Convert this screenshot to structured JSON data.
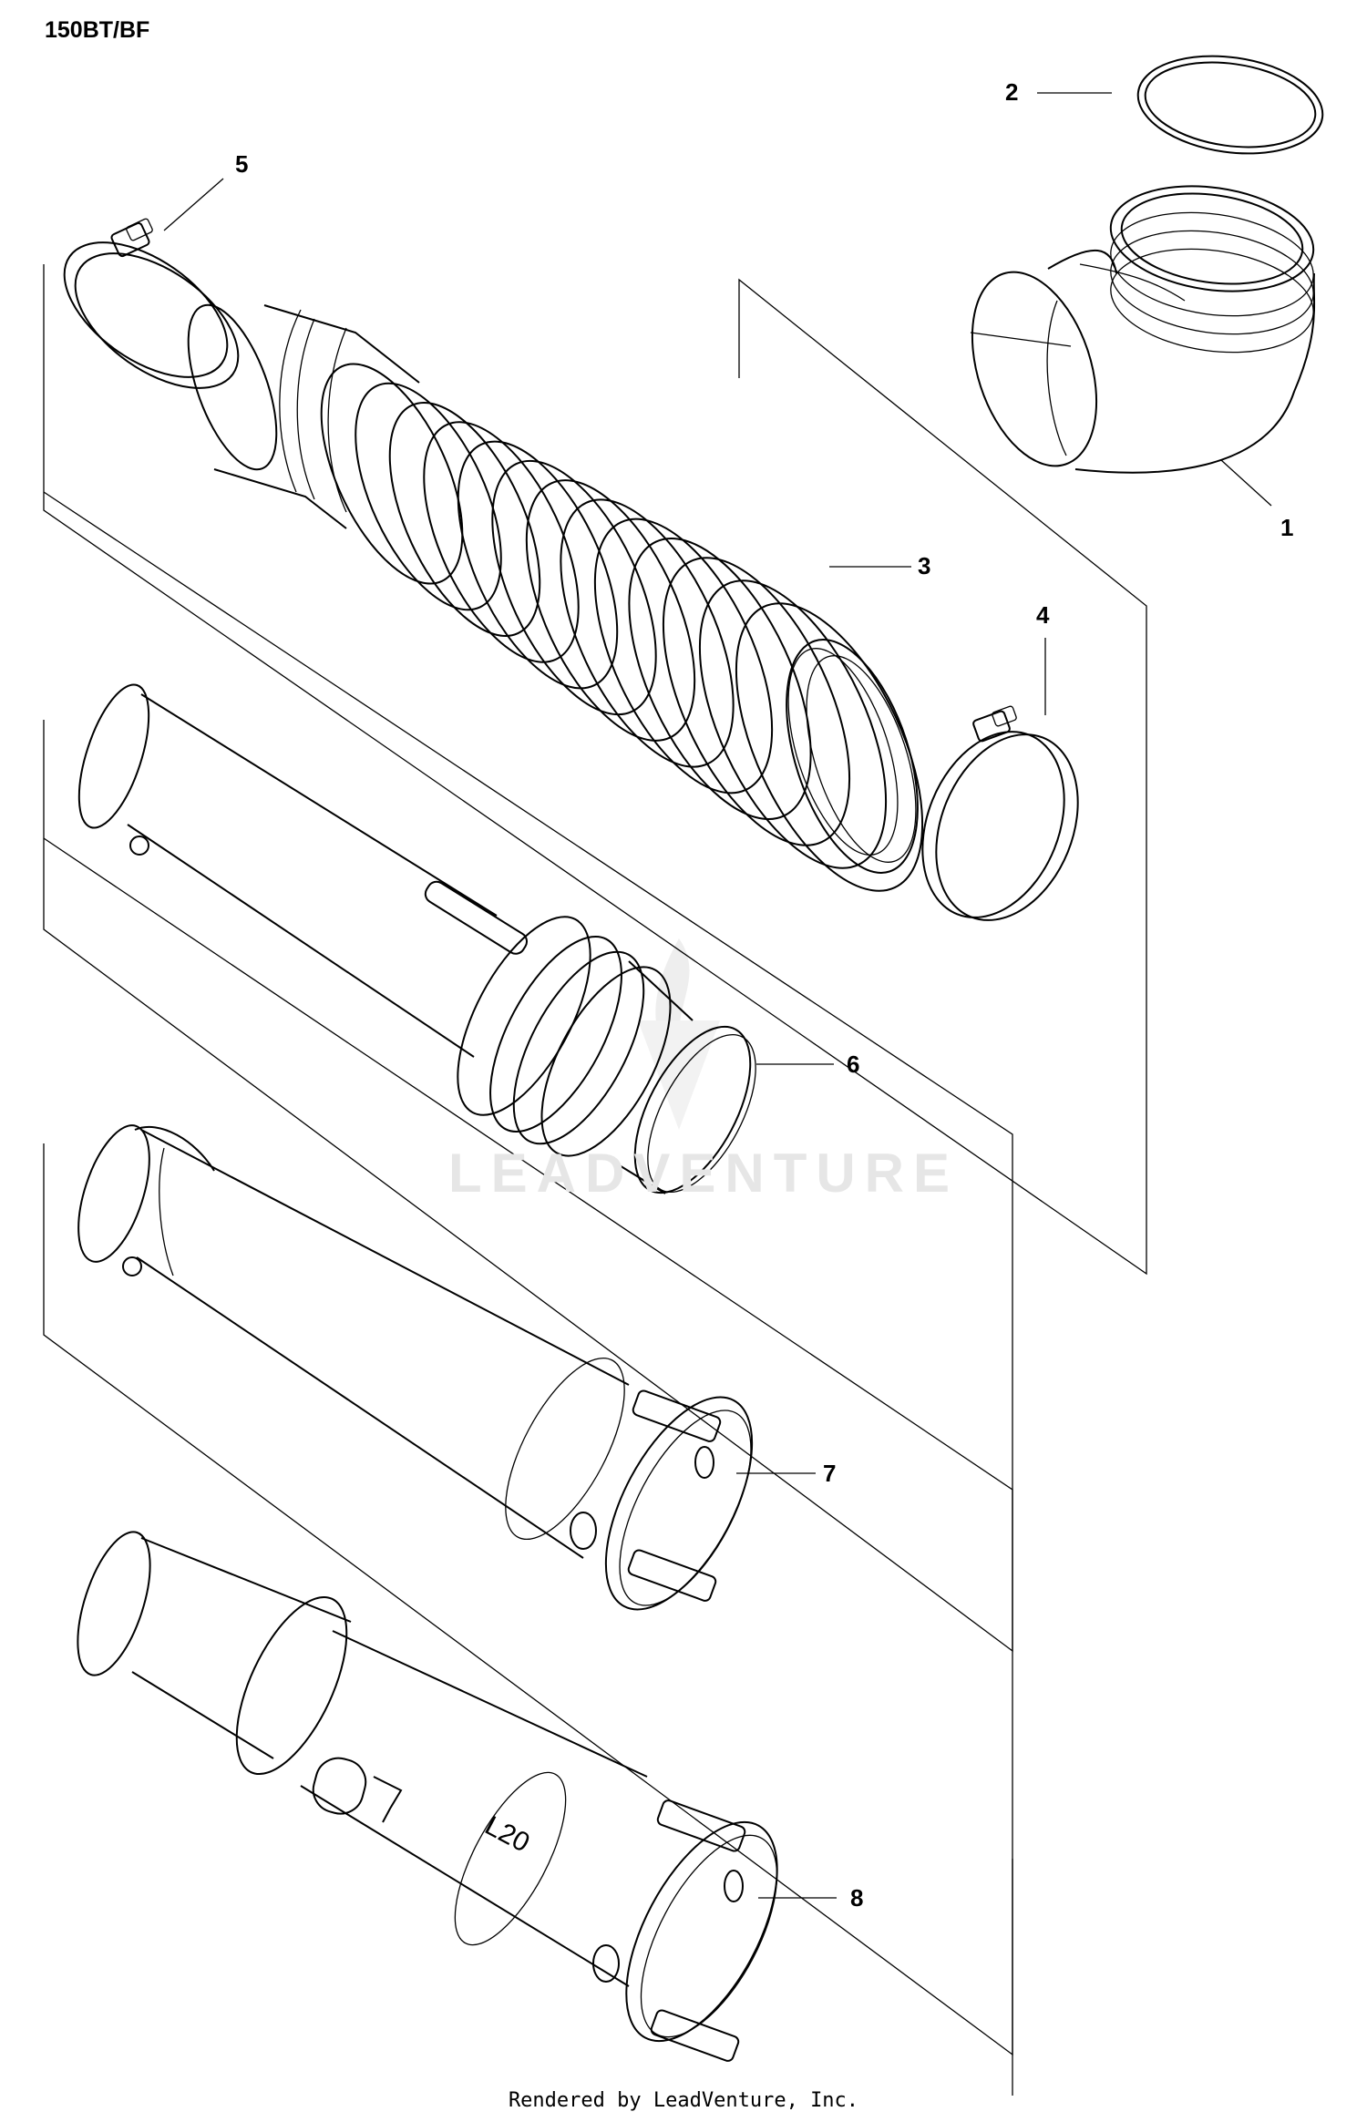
{
  "header": {
    "model": "150BT/BF"
  },
  "watermark": "LEADVENTURE",
  "footer": {
    "rendered_by": "Rendered by LeadVenture, Inc."
  },
  "callouts": [
    "1",
    "2",
    "3",
    "4",
    "5",
    "6",
    "7",
    "8"
  ],
  "tube_markings": {
    "length_code": "L20"
  }
}
